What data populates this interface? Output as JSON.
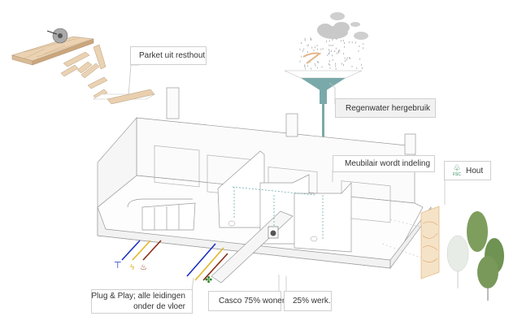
{
  "title": "Circulair woonwerkhuis diagram",
  "labels": {
    "parket": "Parket uit resthout",
    "regenwater": "Regenwater hergebruik",
    "meubilair": "Meubilair wordt indeling",
    "hout": "Hout",
    "fsc": "FSC",
    "plug_line1": "Plug & Play; alle leidingen",
    "plug_line2": "onder de vloer",
    "casco": "Casco 75% wonen,",
    "werk": "25% werk."
  },
  "colors": {
    "water": "#1a2fbf",
    "electric": "#e2b62a",
    "heat": "#8b2a14",
    "ventilation": "#2f8a2f",
    "rain_funnel": "#7aa9aa",
    "wood": "#e4b98a",
    "fsc_green": "#2f8a5a",
    "line": "#9a9a9a"
  }
}
